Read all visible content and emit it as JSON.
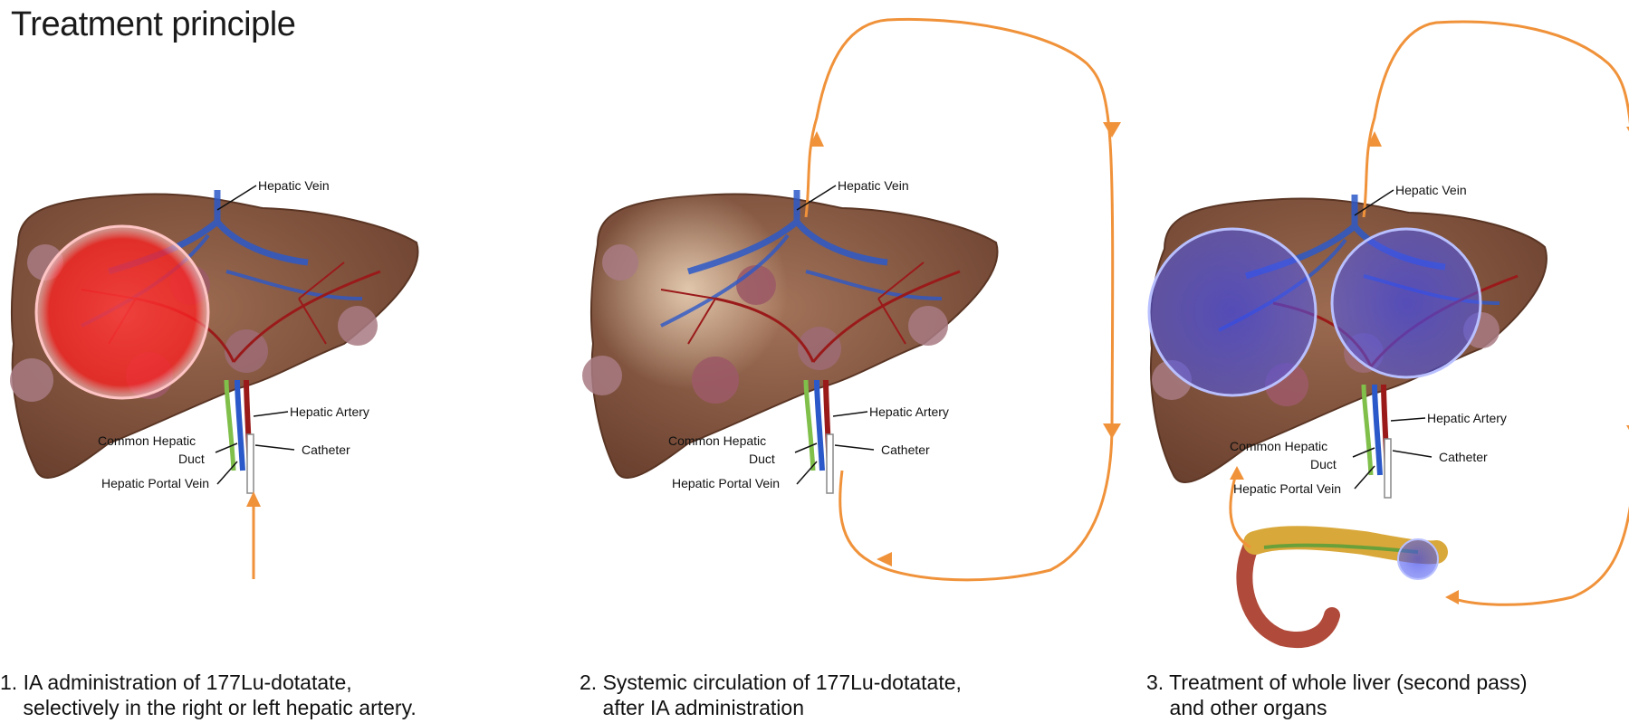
{
  "title": "Treatment principle",
  "panels": [
    {
      "labels": {
        "hepatic_vein": "Hepatic Vein",
        "hepatic_artery": "Hepatic Artery",
        "catheter": "Catheter",
        "common_hepatic_duct_1": "Common Hepatic",
        "common_hepatic_duct_2": "Duct",
        "hepatic_portal_vein": "Hepatic Portal Vein"
      },
      "caption_line1": "1. IA administration of 177Lu-dotatate,",
      "caption_line2": "    selectively in the right or left hepatic artery.",
      "highlight_color": "#ff2a2a"
    },
    {
      "labels": {
        "hepatic_vein": "Hepatic Vein",
        "hepatic_artery": "Hepatic Artery",
        "catheter": "Catheter",
        "common_hepatic_duct_1": "Common Hepatic",
        "common_hepatic_duct_2": "Duct",
        "hepatic_portal_vein": "Hepatic Portal Vein"
      },
      "caption_line1": "2. Systemic circulation of 177Lu-dotatate,",
      "caption_line2": "    after IA administration",
      "highlight_color": "#f7e2c4"
    },
    {
      "labels": {
        "hepatic_vein": "Hepatic Vein",
        "hepatic_artery": "Hepatic Artery",
        "catheter": "Catheter",
        "common_hepatic_duct_1": "Common Hepatic",
        "common_hepatic_duct_2": "Duct",
        "hepatic_portal_vein": "Hepatic Portal Vein"
      },
      "caption_line1": "3. Treatment of whole liver (second pass)",
      "caption_line2": "    and other organs",
      "highlight_color": "#3a44e8"
    }
  ],
  "colors": {
    "liver": "#8a5a43",
    "liver_dark": "#6e4331",
    "arrow": "#f0923a",
    "vein_blue": "#2c59c9",
    "artery_red": "#9a1a1a"
  }
}
